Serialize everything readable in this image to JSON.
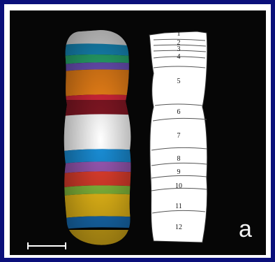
{
  "figure": {
    "panel_label": "a",
    "band_labels": [
      "1",
      "2",
      "3",
      "4",
      "5",
      "6",
      "7",
      "8",
      "9",
      "10",
      "11",
      "12"
    ],
    "colors": {
      "outer_background": "#0a0f7a",
      "border": "#ffffff",
      "panel_background": "#060606",
      "band_outline": "#444444",
      "scale_bar": "#ffffff"
    },
    "color_bands": [
      {
        "name": "band-1",
        "color": "#ffffff"
      },
      {
        "name": "band-2",
        "color": "#1aa0d8"
      },
      {
        "name": "band-3",
        "color": "#2ec27e"
      },
      {
        "name": "band-4",
        "color": "#7a5bd0"
      },
      {
        "name": "band-5",
        "color": "#ff8c1a"
      },
      {
        "name": "band-6",
        "color": "#e0283c"
      },
      {
        "name": "band-7",
        "color": "#ffffff"
      },
      {
        "name": "band-8",
        "color": "#1a8fd8"
      },
      {
        "name": "band-9",
        "color": "#e8402e"
      },
      {
        "name": "band-10",
        "color": "#8cc63f"
      },
      {
        "name": "band-11",
        "color": "#ffcc1a"
      },
      {
        "name": "band-12",
        "color": "#1a7ac8"
      }
    ]
  }
}
